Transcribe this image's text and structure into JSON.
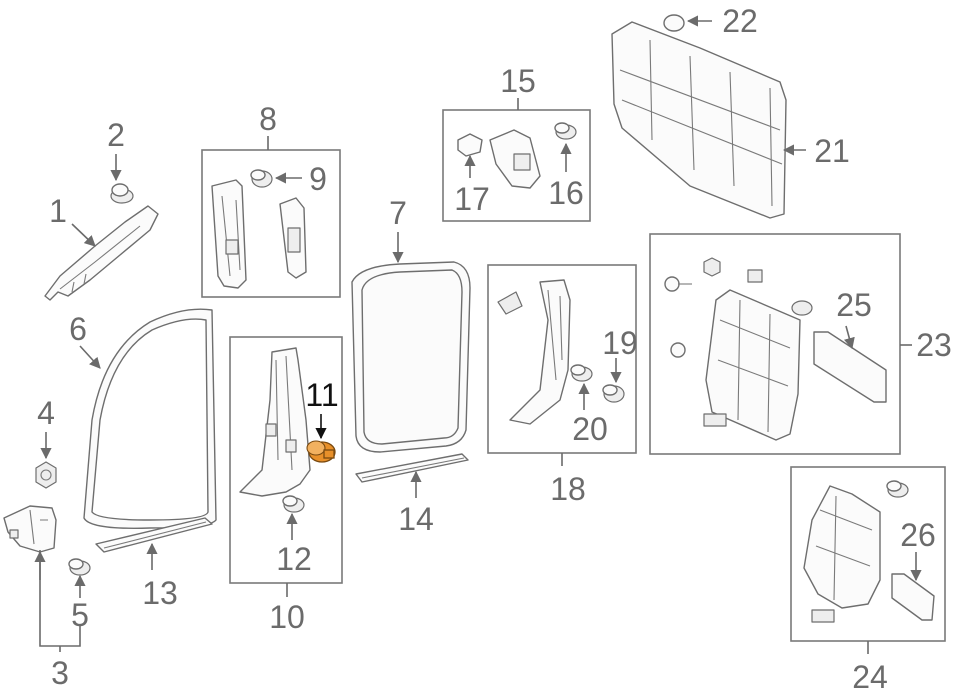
{
  "callouts": {
    "c1": "1",
    "c2": "2",
    "c3": "3",
    "c4": "4",
    "c5": "5",
    "c6": "6",
    "c7": "7",
    "c8": "8",
    "c9": "9",
    "c10": "10",
    "c11": "11",
    "c12": "12",
    "c13": "13",
    "c14": "14",
    "c15": "15",
    "c16": "16",
    "c17": "17",
    "c18": "18",
    "c19": "19",
    "c20": "20",
    "c21": "21",
    "c22": "22",
    "c23": "23",
    "c24": "24",
    "c25": "25",
    "c26": "26"
  },
  "highlighted_part": "11",
  "colors": {
    "line": "#6b6b6b",
    "highlight": "#e8902a",
    "background": "#ffffff"
  }
}
